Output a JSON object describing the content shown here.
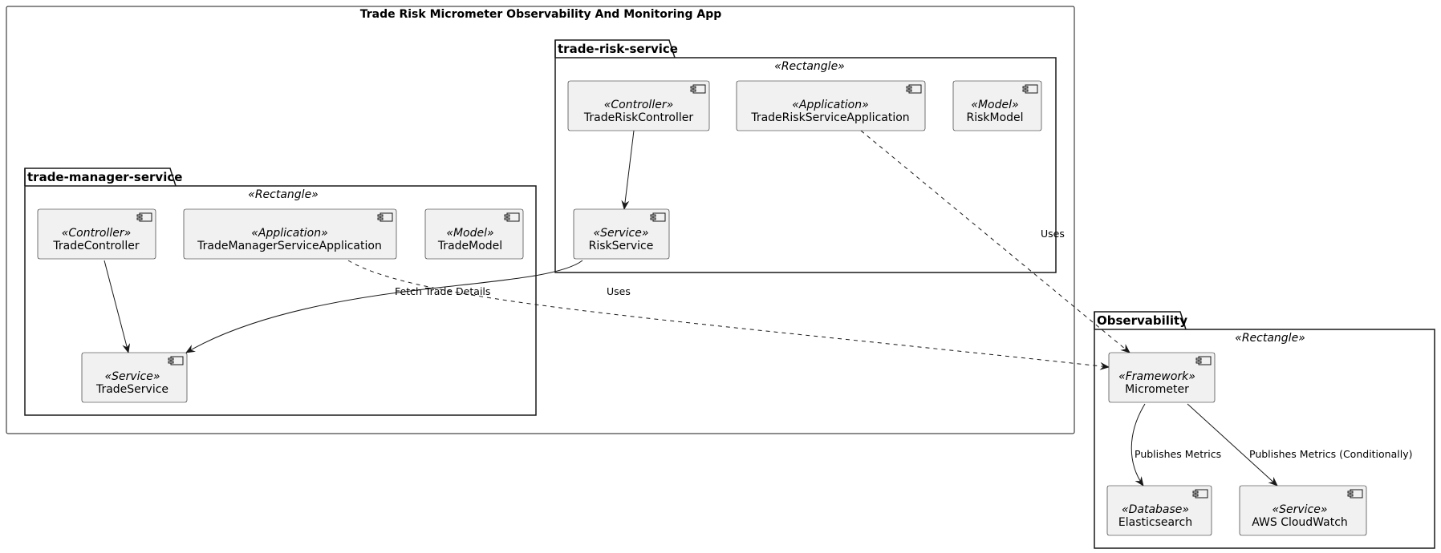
{
  "title": "Trade Risk Micrometer Observability And Monitoring App",
  "packages": {
    "trade_risk_service": {
      "name": "trade-risk-service",
      "stereotype": "«Rectangle»"
    },
    "trade_manager_service": {
      "name": "trade-manager-service",
      "stereotype": "«Rectangle»"
    },
    "observability": {
      "name": "Observability",
      "stereotype": "«Rectangle»"
    }
  },
  "components": {
    "trade_risk_controller": {
      "stereotype": "«Controller»",
      "name": "TradeRiskController"
    },
    "trade_risk_service_application": {
      "stereotype": "«Application»",
      "name": "TradeRiskServiceApplication"
    },
    "risk_model": {
      "stereotype": "«Model»",
      "name": "RiskModel"
    },
    "risk_service": {
      "stereotype": "«Service»",
      "name": "RiskService"
    },
    "trade_controller": {
      "stereotype": "«Controller»",
      "name": "TradeController"
    },
    "trade_manager_service_application": {
      "stereotype": "«Application»",
      "name": "TradeManagerServiceApplication"
    },
    "trade_model": {
      "stereotype": "«Model»",
      "name": "TradeModel"
    },
    "trade_service": {
      "stereotype": "«Service»",
      "name": "TradeService"
    },
    "micrometer": {
      "stereotype": "«Framework»",
      "name": "Micrometer"
    },
    "elasticsearch": {
      "stereotype": "«Database»",
      "name": "Elasticsearch"
    },
    "aws_cloudwatch": {
      "stereotype": "«Service»",
      "name": "AWS CloudWatch"
    }
  },
  "edges": {
    "risk_app_uses": "Uses",
    "fetch_trade_details": "Fetch Trade Details",
    "manager_app_uses": "Uses",
    "publishes_es": "Publishes Metrics",
    "publishes_cw": "Publishes Metrics (Conditionally)"
  }
}
